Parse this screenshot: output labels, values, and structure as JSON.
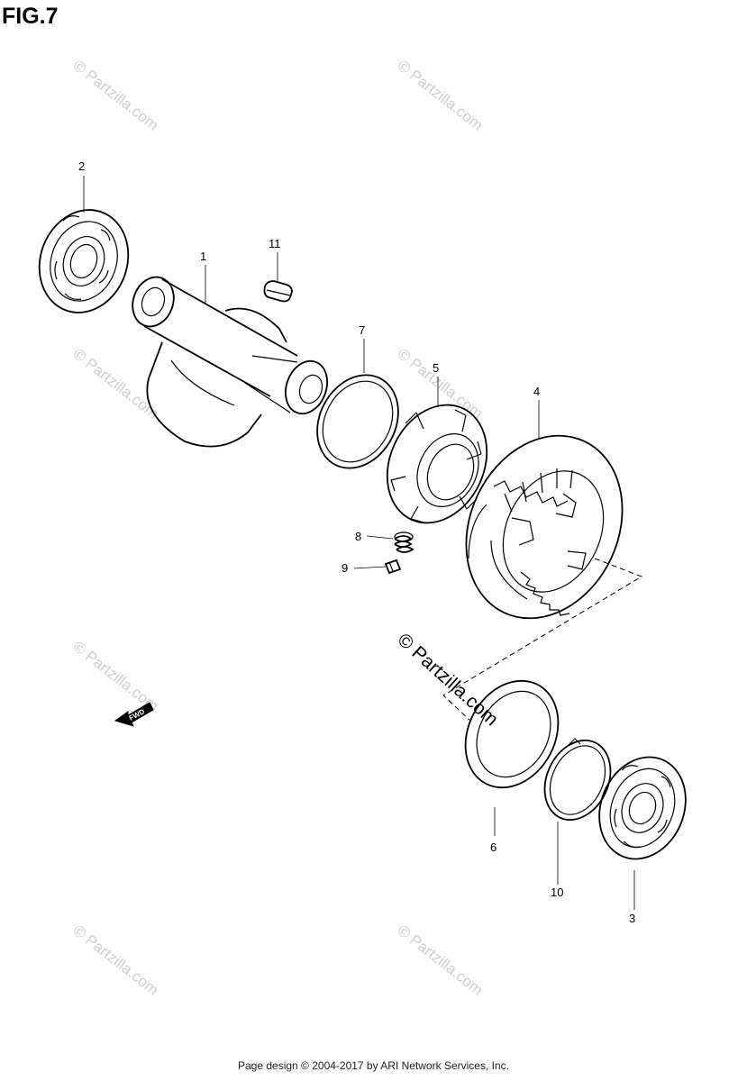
{
  "figure": {
    "title": "FIG.7"
  },
  "labels": {
    "p1": "1",
    "p2": "2",
    "p3": "3",
    "p4": "4",
    "p5": "5",
    "p6": "6",
    "p7": "7",
    "p8": "8",
    "p9": "9",
    "p10": "10",
    "p11": "11"
  },
  "fwd_label": "FWD",
  "watermark": {
    "small": "© Partzilla.com",
    "center": "© Partzilla.com"
  },
  "footer": {
    "text": "Page design © 2004-2017 by ARI Network Services, Inc."
  }
}
